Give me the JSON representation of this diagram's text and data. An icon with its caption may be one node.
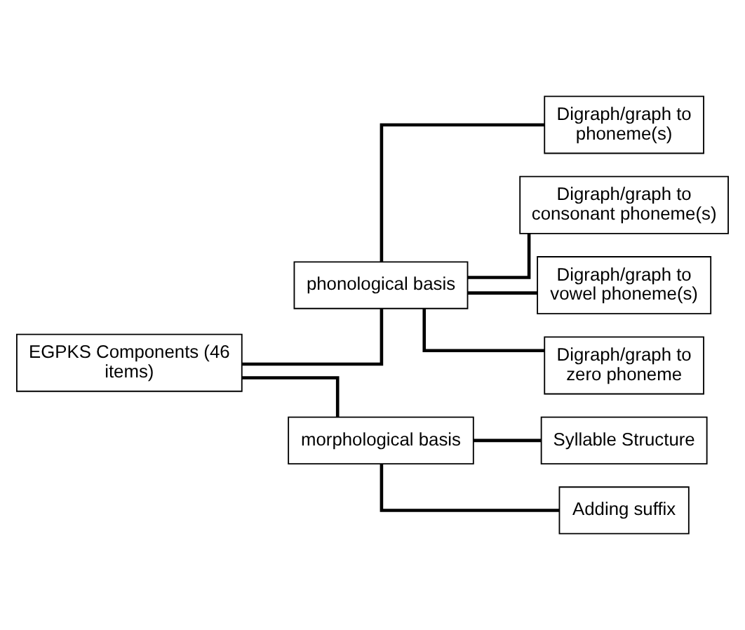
{
  "diagram": {
    "nodes": [
      {
        "text": [
          "EGPKS Components (46 items)"
        ]
      },
      {
        "text": [
          "phonological basis"
        ]
      },
      {
        "text": [
          "Digraph/graph to phoneme(s)"
        ]
      },
      {
        "text": [
          "Digraph/graph to consonant phoneme(s)"
        ]
      },
      {
        "text": [
          "Digraph/graph to vowel phoneme(s)"
        ]
      },
      {
        "text": [
          "Digraph/graph to zero phoneme"
        ]
      },
      {
        "text": [
          "morphological basis"
        ]
      },
      {
        "text": [
          "Syllable Structure"
        ]
      },
      {
        "text": [
          "Adding suffix"
        ]
      }
    ],
    "edges": [
      {
        "from": 0,
        "to": 1,
        "arrow": "none"
      },
      {
        "from": 0,
        "to": 6,
        "arrow": "none"
      },
      {
        "from": 1,
        "to": 2,
        "arrow": "none"
      },
      {
        "from": 1,
        "to": 3,
        "arrow": "none"
      },
      {
        "from": 1,
        "to": 4,
        "arrow": "none"
      },
      {
        "from": 1,
        "to": 5,
        "arrow": "none"
      },
      {
        "from": 6,
        "to": 7,
        "arrow": "none"
      },
      {
        "from": 6,
        "to": 8,
        "arrow": "none"
      }
    ]
  }
}
